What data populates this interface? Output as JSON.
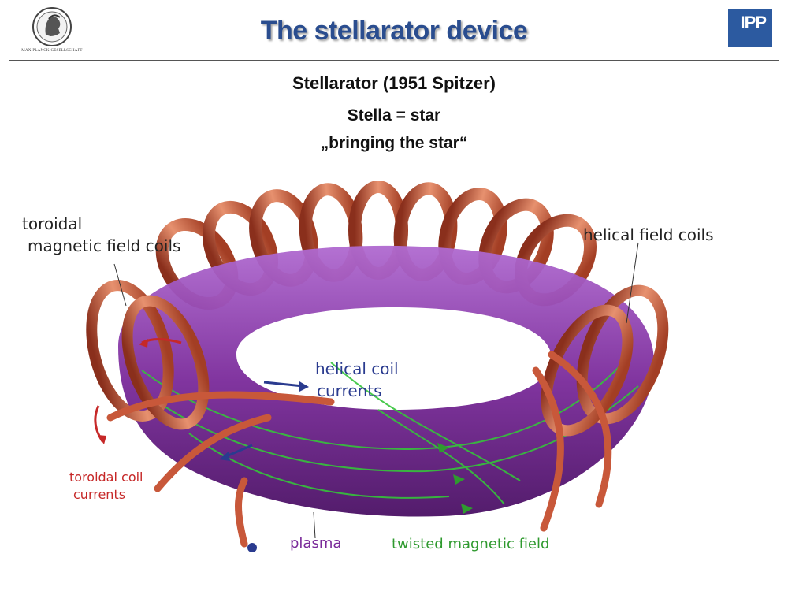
{
  "header": {
    "logo_text": "MAX-PLANCK-GESELLSCHAFT",
    "title": "The stellarator device",
    "ipp_logo": "IPP"
  },
  "subtitle": {
    "line1": "Stellarator (1951 Spitzer)",
    "line2": "Stella = star",
    "line3": "„bringing the star“"
  },
  "figure_labels": {
    "toroidal_coils_line1": "toroidal",
    "toroidal_coils_line2": "magnetic field coils",
    "helical_coils": "helical field coils",
    "helical_currents_line1": "helical coil",
    "helical_currents_line2": "currents",
    "toroidal_currents_line1": "toroidal coil",
    "toroidal_currents_line2": "currents",
    "plasma": "plasma",
    "twisted_field": "twisted magnetic field"
  },
  "colors": {
    "title_blue": "#2a4d8f",
    "ipp_blue": "#2c5aa0",
    "coil_copper": "#c8583a",
    "plasma_purple": "#7a2a9a",
    "field_green": "#2f9a2f",
    "current_red": "#c62828",
    "current_blue": "#2a3b8f"
  }
}
